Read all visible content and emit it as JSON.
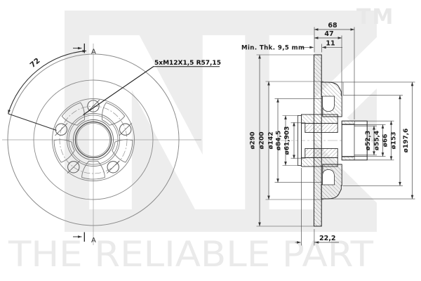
{
  "watermark": {
    "logo": "NK",
    "trademark": "TM",
    "tagline": "THE RELIABLE PART"
  },
  "front_view": {
    "angle_label": "72",
    "thread_label": "5xM12X1,5  R57,15",
    "section_marker": "A"
  },
  "section_view": {
    "top_dimensions": [
      "68",
      "47",
      "11"
    ],
    "min_thickness_label": "Min. Thk. 9,5 mm",
    "bottom_dimension": "22,2",
    "left_diameters": [
      "ø290",
      "ø200",
      "ø142",
      "ø84,5",
      "ø61,903"
    ],
    "right_diameters": [
      "ø52,3",
      "ø55,4",
      "ø66",
      "ø153",
      "ø197,6"
    ]
  },
  "colors": {
    "background": "#ffffff",
    "drawing_line": "#3a3a3a",
    "dimension_text": "#1a1a1a",
    "watermark_gray": "#ededed"
  }
}
